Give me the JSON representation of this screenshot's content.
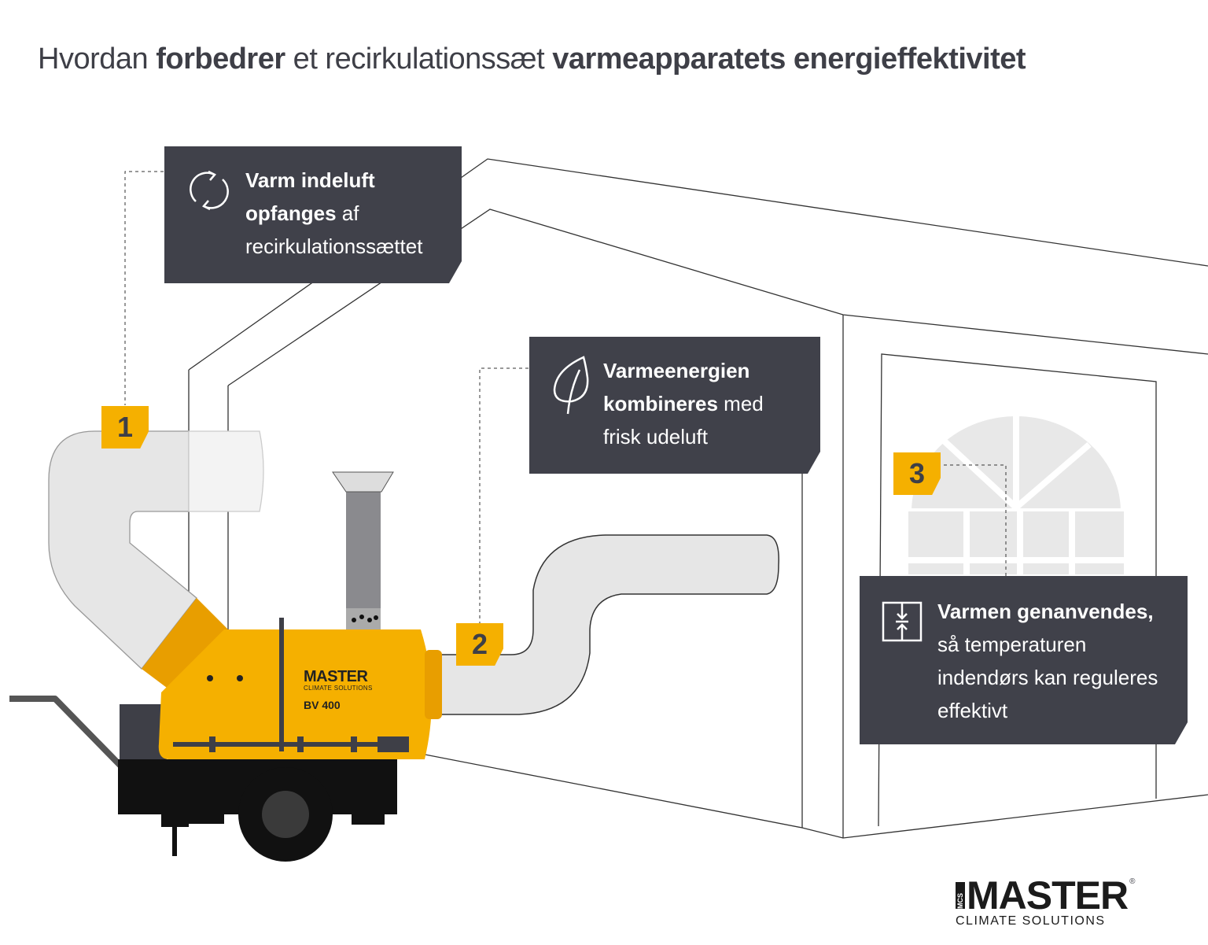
{
  "title": {
    "segments": [
      {
        "text": "Hvordan ",
        "bold": false
      },
      {
        "text": "forbedrer",
        "bold": true
      },
      {
        "text": " et recirkulationssæt ",
        "bold": false
      },
      {
        "text": "varmeapparatets energieffektivitet",
        "bold": true
      }
    ]
  },
  "steps": [
    {
      "number": "1",
      "icon": "recycle-arrows-icon",
      "bold": "Varm indeluft",
      "bold2": "opfanges",
      "light": " af",
      "light2": "recirkulationssættet"
    },
    {
      "number": "2",
      "icon": "leaf-icon",
      "bold": "Varmeenergien",
      "bold2": "kombineres",
      "light": " med",
      "light2": "frisk udeluft"
    },
    {
      "number": "3",
      "icon": "temperature-regulation-icon",
      "bold": "Varmen genanvendes,",
      "light": "så temperaturen",
      "light2": "indendørs kan reguleres",
      "light3": "effektivt"
    }
  ],
  "heater": {
    "brand": "MASTER",
    "brand_sub": "CLIMATE SOLUTIONS",
    "model": "BV 400"
  },
  "logo": {
    "prefix": "MCS",
    "brand": "MASTER",
    "sub": "CLIMATE SOLUTIONS",
    "reg": "®"
  },
  "colors": {
    "accent": "#f5b000",
    "box": "#40414a",
    "text": "#3e3f47"
  }
}
